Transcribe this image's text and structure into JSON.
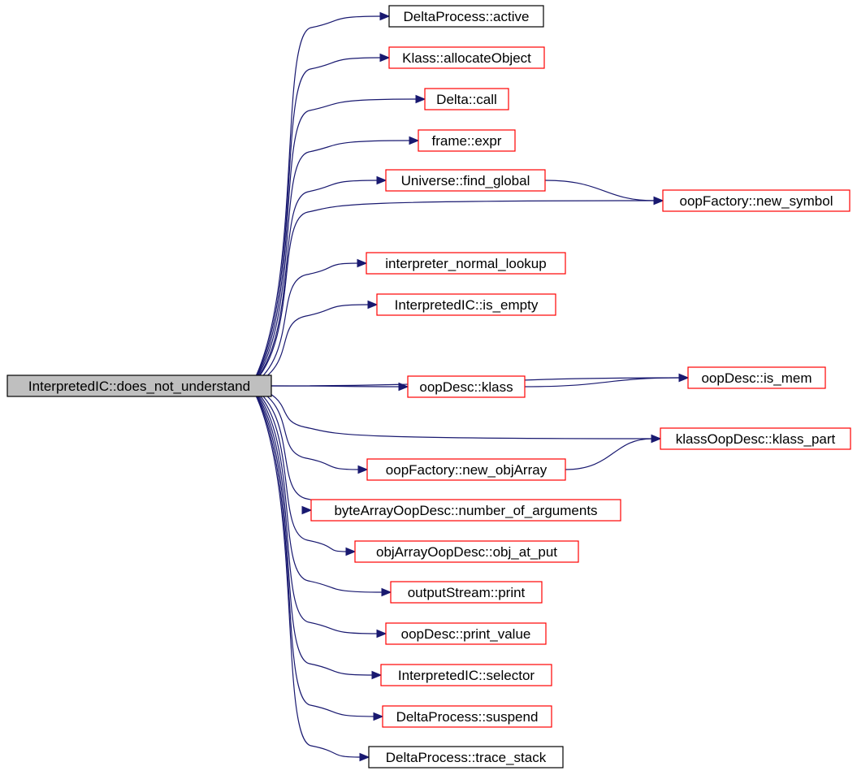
{
  "diagram": {
    "colors": {
      "edge": "#191970",
      "root_fill": "#bfbfbf",
      "border_black": "#000000",
      "border_red": "#ff0000",
      "background": "#ffffff"
    },
    "root": "InterpretedIC::does_not_understand",
    "nodes": [
      {
        "id": "root",
        "label": "InterpretedIC::does_not_understand",
        "style": "root"
      },
      {
        "id": "active",
        "label": "DeltaProcess::active",
        "style": "black"
      },
      {
        "id": "allocateObject",
        "label": "Klass::allocateObject",
        "style": "red"
      },
      {
        "id": "call",
        "label": "Delta::call",
        "style": "red"
      },
      {
        "id": "expr",
        "label": "frame::expr",
        "style": "red"
      },
      {
        "id": "find_global",
        "label": "Universe::find_global",
        "style": "red"
      },
      {
        "id": "new_symbol",
        "label": "oopFactory::new_symbol",
        "style": "red"
      },
      {
        "id": "normal_lookup",
        "label": "interpreter_normal_lookup",
        "style": "red"
      },
      {
        "id": "is_empty",
        "label": "InterpretedIC::is_empty",
        "style": "red"
      },
      {
        "id": "is_mem",
        "label": "oopDesc::is_mem",
        "style": "red"
      },
      {
        "id": "klass",
        "label": "oopDesc::klass",
        "style": "red"
      },
      {
        "id": "klass_part",
        "label": "klassOopDesc::klass_part",
        "style": "red"
      },
      {
        "id": "new_objArray",
        "label": "oopFactory::new_objArray",
        "style": "red"
      },
      {
        "id": "number_of_arguments",
        "label": "byteArrayOopDesc::number_of_arguments",
        "style": "red"
      },
      {
        "id": "obj_at_put",
        "label": "objArrayOopDesc::obj_at_put",
        "style": "red"
      },
      {
        "id": "print",
        "label": "outputStream::print",
        "style": "red"
      },
      {
        "id": "print_value",
        "label": "oopDesc::print_value",
        "style": "red"
      },
      {
        "id": "selector",
        "label": "InterpretedIC::selector",
        "style": "red"
      },
      {
        "id": "suspend",
        "label": "DeltaProcess::suspend",
        "style": "red"
      },
      {
        "id": "trace_stack",
        "label": "DeltaProcess::trace_stack",
        "style": "black"
      }
    ],
    "edges": [
      {
        "from": "root",
        "to": "active"
      },
      {
        "from": "root",
        "to": "allocateObject"
      },
      {
        "from": "root",
        "to": "call"
      },
      {
        "from": "root",
        "to": "expr"
      },
      {
        "from": "root",
        "to": "find_global"
      },
      {
        "from": "root",
        "to": "new_symbol"
      },
      {
        "from": "root",
        "to": "normal_lookup"
      },
      {
        "from": "root",
        "to": "is_empty"
      },
      {
        "from": "root",
        "to": "is_mem"
      },
      {
        "from": "root",
        "to": "klass"
      },
      {
        "from": "root",
        "to": "klass_part"
      },
      {
        "from": "root",
        "to": "new_objArray"
      },
      {
        "from": "root",
        "to": "number_of_arguments"
      },
      {
        "from": "root",
        "to": "obj_at_put"
      },
      {
        "from": "root",
        "to": "print"
      },
      {
        "from": "root",
        "to": "print_value"
      },
      {
        "from": "root",
        "to": "selector"
      },
      {
        "from": "root",
        "to": "suspend"
      },
      {
        "from": "root",
        "to": "trace_stack"
      },
      {
        "from": "find_global",
        "to": "new_symbol"
      },
      {
        "from": "klass",
        "to": "is_mem"
      },
      {
        "from": "new_objArray",
        "to": "klass_part"
      }
    ]
  }
}
